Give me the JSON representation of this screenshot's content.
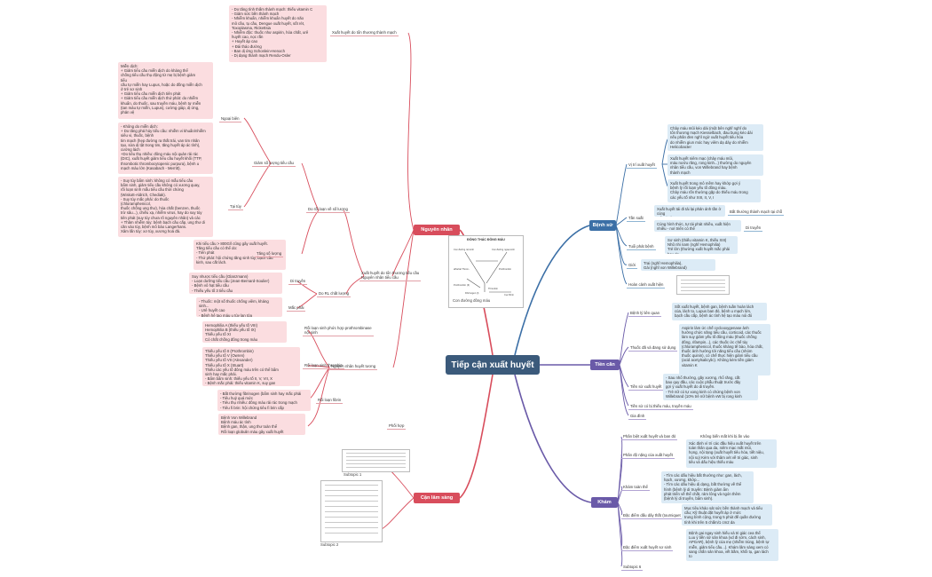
{
  "colors": {
    "root": "#3b5a7b",
    "cause": "#d84d5c",
    "labs": "#d84d5c",
    "history": "#3b6fa6",
    "present": "#6a5aa8",
    "exam": "#6a5aa8",
    "pink_node": "#fbdde0",
    "blue_node": "#dcebf6"
  },
  "root": {
    "title": "Tiếp cận xuất huyết"
  },
  "branches": {
    "cause": "Nguyên nhân",
    "labs": "Cận lâm sàng",
    "history": "Bệnh sử",
    "present": "Tiền căn",
    "exam": "Khám"
  },
  "cause": {
    "vessel_label": "Xuất huyết do tổn thương thành mạch",
    "vessel_list": "- Do tăng tính thấm thành mạch: thiếu vitamin C\n- Giảm sức bền thành mạch\n- Nhiễm khuẩn, nhiễm khuẩn huyết do não\nmô cầu, tụ cầu, Dengue xuất huyết, sốt rét,\nToxoplasma, Rickettsia\n- Nhiễm độc: thuốc như aspirin, hóa chất, urê\nhuyết cao, nọc rắn\n+ Huyết áp cao\n+ Đái tháo đường\n- Ban dị ứng Schonlein-Henoch\n- Dị dạng thành mạch Rendu-Osler",
    "immune_note": "Miễn dịch:\n+ Giảm tiểu cầu miễn dịch do kháng thể\nchống tiểu cầu thụ động từ mẹ bị bệnh giảm\ntiểu\ncầu tự miễn hay Lupus, hoặc do đồng miễn dịch\nở trẻ sơ sinh\n+ Giảm tiểu cầu miễn dịch tiên phát\n+ Giảm tiểu cầu miễn dịch thứ phát: do nhiễm\nkhuẩn, do thuốc, sau truyền máu, bệnh tự miễn\n(tan máu tự miễn, Lupus), cường giáp, dị ứng,\nphản vệ",
    "nonimmune_note": "- Không do miễn dịch:\n+ Do tăng phá hủy tiểu cầu: nhiễm vi khuẩn/nhiễm\nsiêu vi, thuốc, bệnh\ntim mạch (hẹp đường ra thất trái, van tim nhân\ntạo, sửa dị tật trong tim, tăng huyết áp ác tính),\ncường lách\n+Do tiêu thụ nhiều: đông máu nội quản rải rác\n(DIC), xuất huyết giảm tiểu cầu huyết khối (TTP,\nthrombotic thrombocytopenic purpura), bệnh u\nmạch máu lớn (Kasabach - Merritt).",
    "marrow_note": "- Suy tủy bẩm sinh: không có mẫu tiểu cầu\nbẩm sinh, giảm tiểu cầu không có xương quay,\nrối loạn sinh mẫu tiểu cầu thời chứng\n(Wiskott-Aldrich, Chediak).\n- Suy tủy mắc phải: do thuốc\n(chloramphenicol,\nthuốc chống ung thư), hóa chất (benzen, thuốc\ntrừ sâu...), chiếu xạ, nhiễm virus, hay do suy tủy\ntiên phát (suy tủy chưa rõ nguyên nhân) và các\n+ Thâm nhiễm tủy: bệnh bạch cầu cấp, ung thư di\ncăn vào tủy, bệnh mô bào Langerhans.\n Xâm lấn tủy: xơ tủy, xương hoá đá.",
    "platelet_high_note": "Khi tiểu cầu > 800G/l cũng gây xuất huyết.\nTăng tiểu cầu có thể do:\n- Tiên phát\n- Thứ phát: hội chứng tăng sinh tủy, bạch cầu\nkinh, sau cắt lách.",
    "qual_inherited_note": "Suy nhược tiểu cầu (Glanzmann)\n- Loạn dưỡng tiểu cầu (Jean-Bernard-Soulier)\n- Bệnh vô hạt tiểu cầu\n- Thiếu yếu tố 3 tiểu cầu",
    "qual_acquired_note": "- Thuốc: một số thuốc chống viêm, kháng\nsinh...\n- Urê huyết cao\n- Bệnh hệ tạo máu u tủy lan tỏa",
    "hemophilia_note": "Hemophilia A (thiếu yếu tố VIII)\nHemophilia B (thiếu yếu tố IX)\nThiếu yếu tố XI\nCó chất chống đông trong máu",
    "thrombin_note": "Thiếu yếu tố II (Prothrombin)\nThiếu yếu tố V (Owren)\nThiếu yếu tố VII (Alexander)\nThiếu yếu tố X (Stuart)\nThiếu các yếu tố đông máu trên có thể bẩm\nsinh hay mắc phải.\n- Bẩm bẩm sinh: thiếu yếu tố II, V, VII, X\n- Bệnh mắc phải: thiếu vitamin K, suy gan",
    "fibrin_note": "- Bất thường fibrinogen (bẩm sinh hay mắc phải\n- Tiêu huỷ quá mức\n- Tiêu thụ nhiều: đông máu rải rác trong mạch\n- Tiêu fi brin: hội chứng tiêu fi brin cấp",
    "mixed_note": "Bệnh Von Willebrand\nBệnh máu ác tính\nBệnh gan, thận, ung thư toàn thể\nRối loạn globulin máu gây xuất huyết",
    "platelet_disorder": "Xuất huyết do tổn thương tiểu cầu\nNguyên nhân tiểu cầu",
    "quantity_disorder": "Do rối loạn về số lượng",
    "low_count": "Giảm số lượng tiểu cầu",
    "peripheral": "Ngoại biên",
    "central": "Tại tủy",
    "high_count": "Tăng số lượng",
    "quality_disorder": "Do RL chất lượng",
    "inherited": "Di truyền",
    "acquired": "Mắc phải",
    "coag_cause": "Nguyên nhân huyết tương",
    "prothrombin_formation": "Rối loạn sinh phức hợp prothrombinase\nnội sinh",
    "thrombin_formation": "Rối loạn sinh thrombin",
    "fibrin_formation": "Rối loạn fibrin",
    "mixed": "Phối hợp"
  },
  "labs": {
    "diagram_title": "ĐÔNG THÁC ĐÔNG MÁU",
    "cascade_caption": "Con đường đông máu",
    "sub1": "Subtopic 1",
    "sub2": "Subtopic 2"
  },
  "history": {
    "type_label": "Vị trí xuất huyết",
    "type1": "Chảy máu mũi kéo dài (một bên nghĩ nghĩ do\ntổn thương mạch Kiesselbach, đau bụng kéo dài\nnếu phân đen nghĩ ngờ xuất huyết tiêu hóa\ndo nhiễm giun móc hay viêm dạ dày do nhiễm\nHelicobacter",
    "type2": "Xuất huyết niêm mạc (chảy máu mũi,\nmáu nướu răng, rong kinh...) thường do nguyên\nnhân tiểu cầu, von Willebrand hay bệnh\nthành mạch",
    "type3": "Xuất huyết trong mô mềm hay khớp gợi ý\nbệnh lý rối loạn yếu tố đông máu.\n Chảy máu rốn thường gặp do thiếu máu trong\ncác yếu tố như XIII, II, V, I",
    "onset_label": "Tần suất",
    "onset_note": "Xuất huyết tái đi tái lại phản ánh tần ở cùng\nmột vị trí",
    "onset_result": "Bất thường thành mạch tại chỗ",
    "multi_note": "Cùng hình thức, tự tái phát nhiều, xuất hiện\nnhiều - nơi triển có thể",
    "multi_result": "Di truyền",
    "age_label": "Tuổi phát bệnh",
    "age_note": "Sơ sinh (thiếu vitamin K, thiếu XIII)\nNhũ nhi nam (nghĩ Hemophilia)\nTrẻ lớn (thường xuất huyết mắc phải hay do\nthuyên tắc của",
    "sex_label": "Giới",
    "sex_note": "Trai (nghĩ Hemophilia),\nGái (nghĩ von Willebrand)",
    "circ_label": "Hoàn cảnh xuất hiện"
  },
  "present": {
    "p1_label": "Bệnh lý liên quan",
    "p1_note": "Sốt xuất huyết, bệnh gan, bệnh tuần hoàn lách\ncủa, lách to, Lupus ban đỏ, bệnh u mạch lớn,\nbạch cầu cấp, bệnh ác tính hệ tạo máu nói đó",
    "p2_label": "Thuốc đã và đang sử dụng",
    "p2_note": "Aspirin làm ức chế cyclooxygenase ảnh\nhưởng chức năng tiểu cầu, corticoid, các thuốc\nlàm suy giảm yếu tố đông máu (thuốc chống\nđông, rifampin...), các thuốc ức chế tủy\n(chloramphenicol, thuốc kháng tế bào, hóa chất,\nthuốc ảnh hưởng tới năng tiểu cầu (nhóm\nthuốc quinin), có chế thực hiện giảm tiểu cầu\n(acid acetylsalicylic). Không kèm tiền giảm\nvitamin K",
    "p3_label": "Tiền sử xuất huyết",
    "p3_note": "- Sau nhổ thường, gãy xương, rhổ răng, cắt\nbao quy đầu, các cuộc phẫu thuật trước đây\ngợi ý xuất huyết do di truyền.\n-  Trẻ nữ có tự xong kinh có chứng bệnh von\nWillebrand (10% trẻ nữ bệnh vW bị rong kinh",
    "p4_label": "Tiền sử có bị thiếu máu, truyền máu",
    "p5_label": "Gia đình"
  },
  "exam": {
    "e1_label": "Phân biệt xuất huyết và ban đỏ",
    "e1_note": "Không biến mất khi bị ấn vào",
    "e2_label": "Phân độ nặng của xuất huyết",
    "e2_note": "Xác định vì trí các đầu hiệu xuất huyết trên\ntoàn thân qua da, niêm mạc mắt mũi,\nhọng, nội tạng (xuất huyết tiêu hóa, tiết niệu,\nnội sọ) Kèm với thâm xét về tri giác, sinh\ntiêu và dấu hiệu thiếu máu",
    "e3_label": "Khám toàn thể",
    "e3_note": "- Tìm các dấu hiệu bất thường như: gan, lách,\nhạch, xương, khớp...\n- Tìm các dấu hiệu dị dạng, bất thường về thể\nhình (bệnh lý di truyền: Bệnh giảm ẩm\nphát triển về thể chất, rám lông và ngón thêm\n(bệnh lý di truyền, bẩm sinh).",
    "e4_label": "Đặc điểm dấu dây thắt (tourniquet test)",
    "e4_note": "Mục tiêu khảo sát sức bền thành mạch và tiểu\ncầu; Kỹ thuật dặt huyết áp ở mức\ntrung bình cộng, trong 5 phút đế quần đường\ntính khi trên 5 chấm/1 cm2 da",
    "e5_label": "Đặc điểm xuất huyết sơ sinh",
    "e5_note": "Bệnh gai ngay sinh hiếu và tri giác cea thể\nLuu ý tiền sử sản khoa (vd đi sớm, cách sinh,\nAPGAR), bệnh lý của mẹ (nhiễm trùng, bệnh tự\nmiễn, giảm tiểu cầu...). Khám lâm sàng xem có\nsang chấn sản khoa, vết bầm, khối tụ, gan lách\nto",
    "e6_label": "Subtopic 6"
  }
}
